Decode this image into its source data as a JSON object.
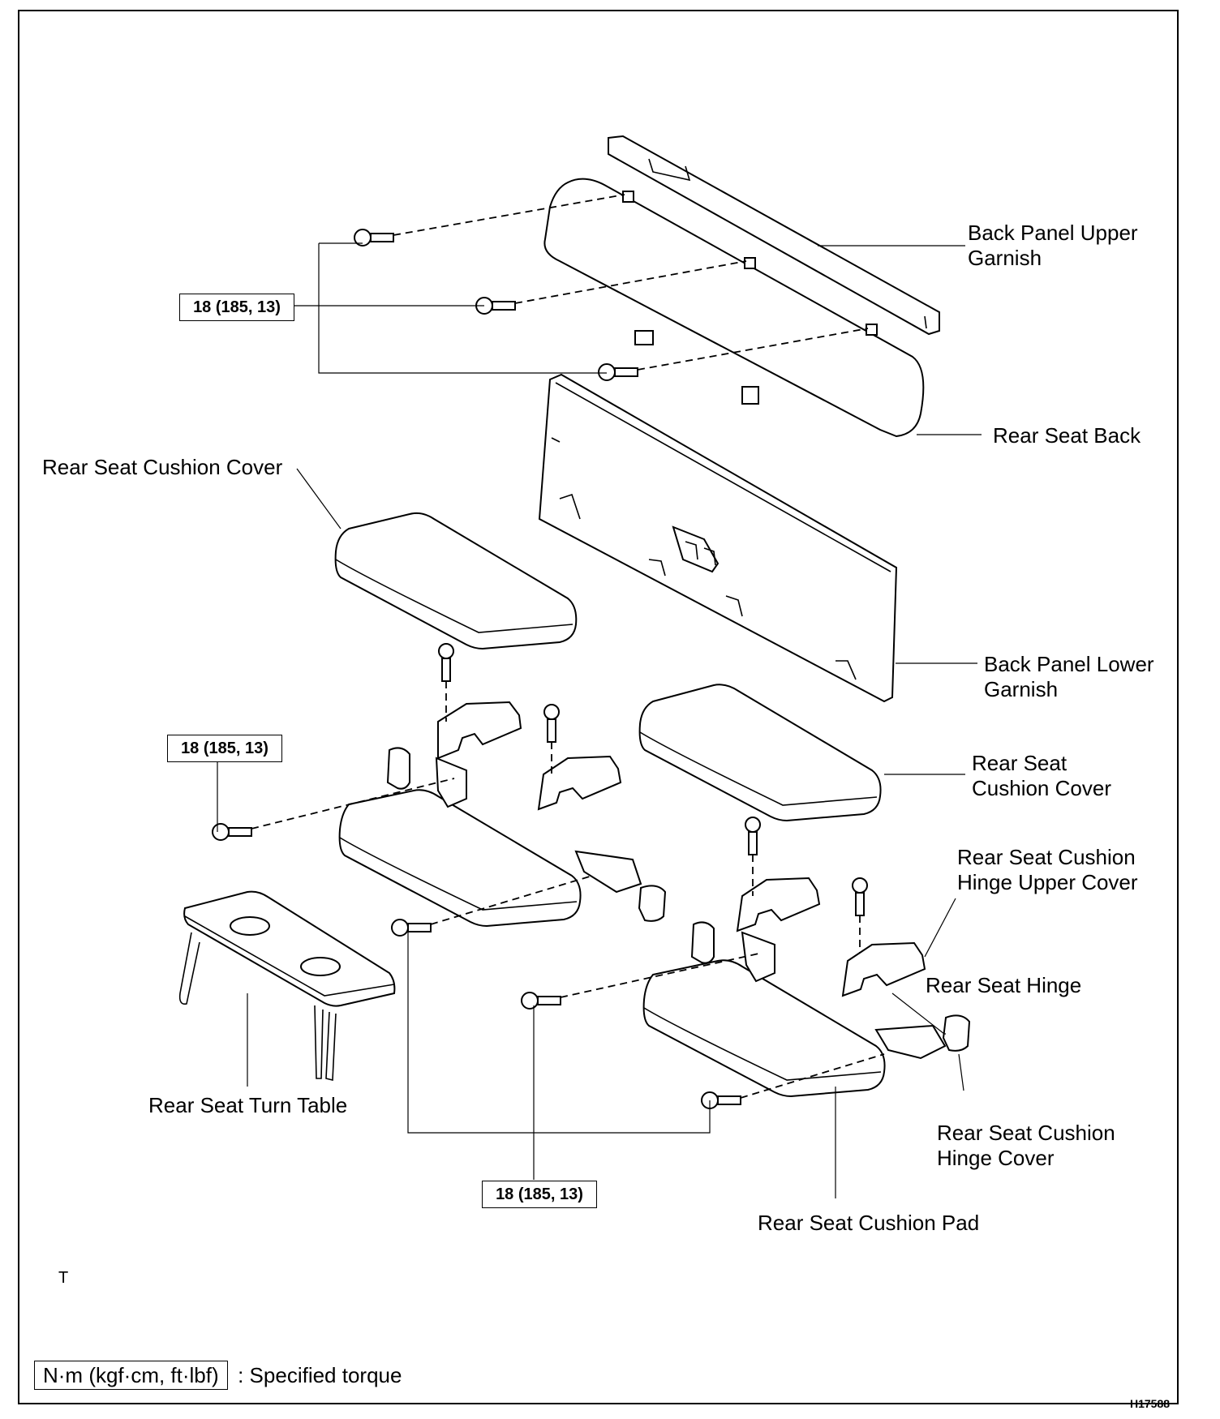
{
  "labels": {
    "back_panel_upper_garnish": "Back Panel Upper\nGarnish",
    "rear_seat_back": "Rear Seat Back",
    "rear_seat_cushion_cover_left": "Rear Seat Cushion Cover",
    "back_panel_lower_garnish": "Back Panel Lower\nGarnish",
    "rear_seat_cushion_cover_right": "Rear Seat\nCushion Cover",
    "hinge_upper_cover": "Rear Seat Cushion\nHinge Upper Cover",
    "rear_seat_hinge": "Rear Seat Hinge",
    "turn_table": "Rear Seat Turn Table",
    "hinge_cover": "Rear Seat Cushion\nHinge Cover",
    "cushion_pad": "Rear Seat Cushion Pad"
  },
  "torque": {
    "value_1": "18 (185, 13)",
    "value_2": "18 (185, 13)",
    "value_3": "18 (185, 13)"
  },
  "legend": {
    "unit": "N·m (kgf·cm, ft·lbf)",
    "text": ": Specified torque"
  },
  "corner_mark": "T",
  "figure_code": "H17588"
}
